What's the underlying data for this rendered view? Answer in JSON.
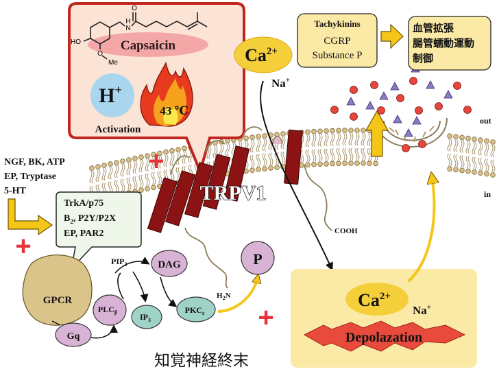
{
  "title": "知覚神経終末",
  "capsaicin": {
    "name": "Capsaicin",
    "atoms": {
      "o_top": "O",
      "nh_n": "N",
      "nh_h": "H",
      "ho": "HO",
      "o_me": "O",
      "me": "Me"
    },
    "proton_base": "H",
    "proton_charge": "+",
    "heat": "43 ℃",
    "activation": "Activation"
  },
  "left_stimuli": [
    "NGF, BK, ATP",
    "EP, Tryptase",
    "5-HT"
  ],
  "receptors": {
    "line1": "TrkA/p75",
    "line2_prefix": "B",
    "line2_sub": "2",
    "line2_suffix": ", P2Y/P2X",
    "line3": "EP, PAR2"
  },
  "channel": {
    "name": "TRPV1",
    "cterm": "COOH",
    "nterm_base": "H",
    "nterm_sub": "2",
    "nterm_end": "N"
  },
  "ca_ion": {
    "base": "Ca",
    "charge": "2+"
  },
  "na_ion": {
    "base": "Na",
    "charge": "+"
  },
  "neuropeptides": [
    "Tachykinins",
    "CGRP",
    "Substance P"
  ],
  "effects": [
    "血管拡張",
    "腸管蠕動運動",
    "制御"
  ],
  "membrane_labels": {
    "out": "out",
    "in": "in"
  },
  "signaling": {
    "gpcr": "GPCR",
    "gq": "Gq",
    "plc_base": "PLC",
    "plc_sub": "β",
    "pip2_base": "PIP",
    "pip2_sub": "2",
    "ip3_base": "IP",
    "ip3_sub": "3",
    "dag": "DAG",
    "pkc_base": "PKC",
    "pkc_sub": "ε",
    "p": "P"
  },
  "depolarization": "Depolazation",
  "plus": "+",
  "colors": {
    "outline_red": "#c0261d",
    "callout_fill": "#fbe3d6",
    "capsaicin_pink": "#f4a7a7",
    "proton_blue": "#a9d5ef",
    "channel_red": "#8b1313",
    "gpcr_tan": "#dbc48a",
    "kinase_pink": "#d9b3d6",
    "ip3_teal": "#9fd3c7",
    "plus_red": "#e6333a",
    "arrow_yellow": "#f5c518",
    "depol_box": "#fbe9a6",
    "neurotransmitter_red": "#e8453c",
    "neurotransmitter_purple": "#8a7bc2"
  }
}
